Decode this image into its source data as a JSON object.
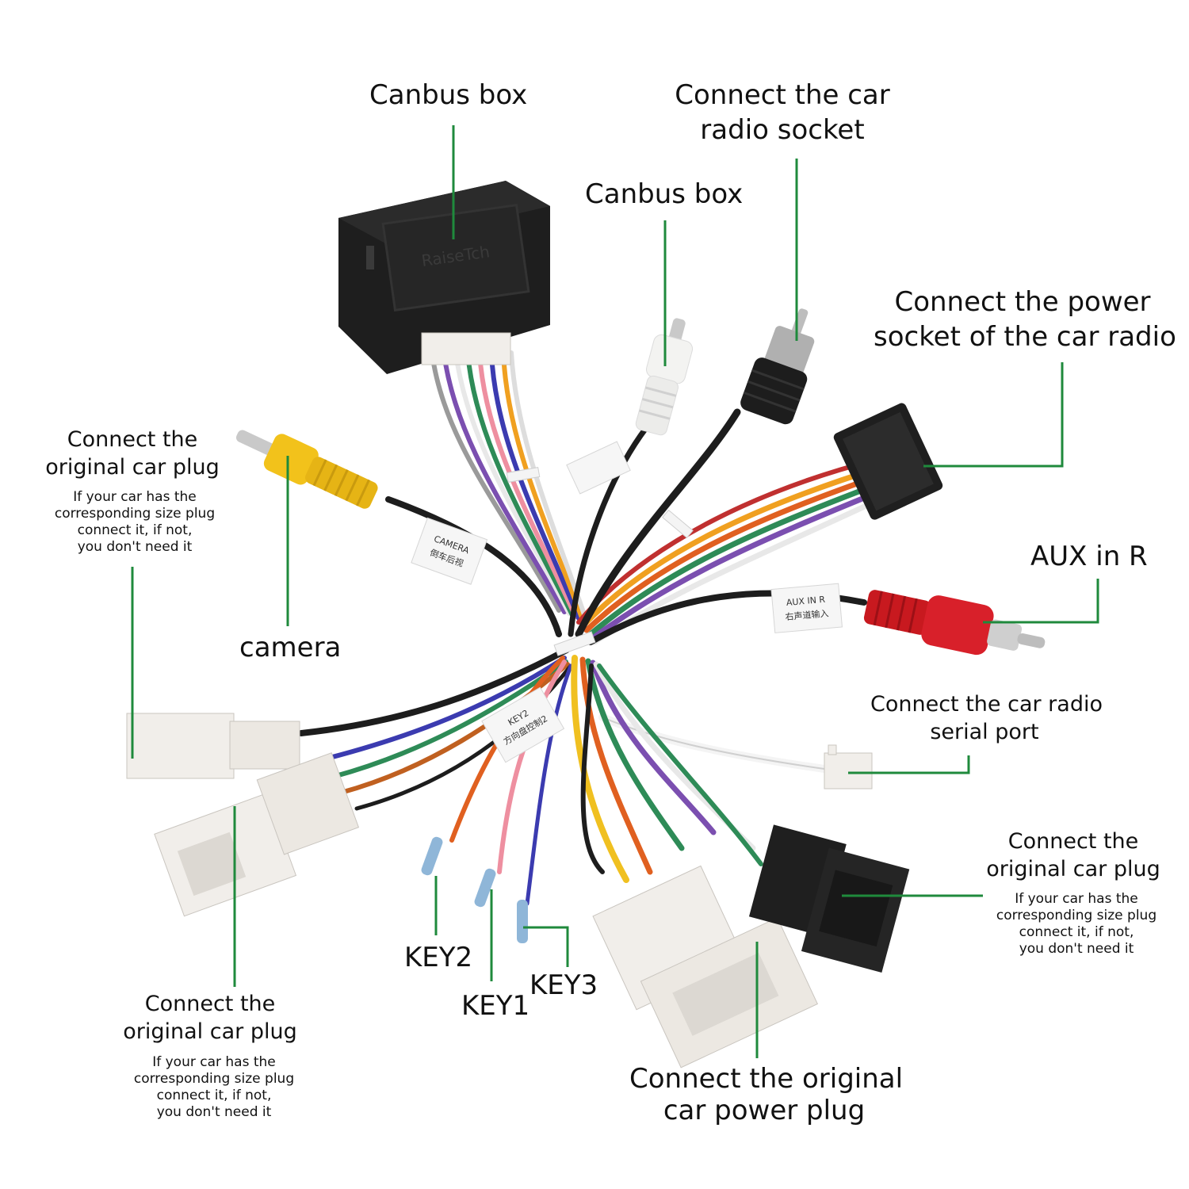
{
  "labels": {
    "canbus_box_top": "Canbus box",
    "radio_socket": [
      "Connect the car",
      "radio socket"
    ],
    "canbus_box_2": "Canbus box",
    "power_socket": [
      "Connect the power",
      "socket of the car radio"
    ],
    "original_plug_left": [
      "Connect the",
      "original car plug"
    ],
    "original_plug_left_note": [
      "If your car has the",
      "corresponding size plug",
      "connect it, if not,",
      "you don't need it"
    ],
    "camera": "camera",
    "aux_in_r": "AUX in R",
    "serial_port": [
      "Connect the car radio",
      "serial port"
    ],
    "original_plug_right": [
      "Connect the",
      "original car plug"
    ],
    "original_plug_right_note": [
      "If your car has the",
      "corresponding size plug",
      "connect it, if not,",
      "you don't need it"
    ],
    "key2": "KEY2",
    "key1": "KEY1",
    "key3": "KEY3",
    "original_plug_bottom": [
      "Connect the",
      "original car plug"
    ],
    "original_plug_bottom_note": [
      "If your car has the",
      "corresponding size plug",
      "connect it, if not,",
      "you don't need it"
    ],
    "car_power_plug": [
      "Connect the original",
      "car power plug"
    ]
  },
  "tags": {
    "camera_tag": [
      "CAMERA",
      "倒车后视"
    ],
    "aux_tag": [
      "AUX IN R",
      "右声道输入"
    ],
    "key_tag": [
      "KEY2",
      "方向盘控制2"
    ]
  },
  "brand": "RaiseTch",
  "colors": {
    "leader_line": "#1f8a3c",
    "camera_plug": "#f2c21b",
    "aux_plug": "#d8202a",
    "rca_white": "#f3f3f1",
    "antenna_black": "#1d1d1d",
    "box_black": "#1e1e1e",
    "connector_white": "#f1eeea",
    "connector_black": "#1f1f1f"
  }
}
